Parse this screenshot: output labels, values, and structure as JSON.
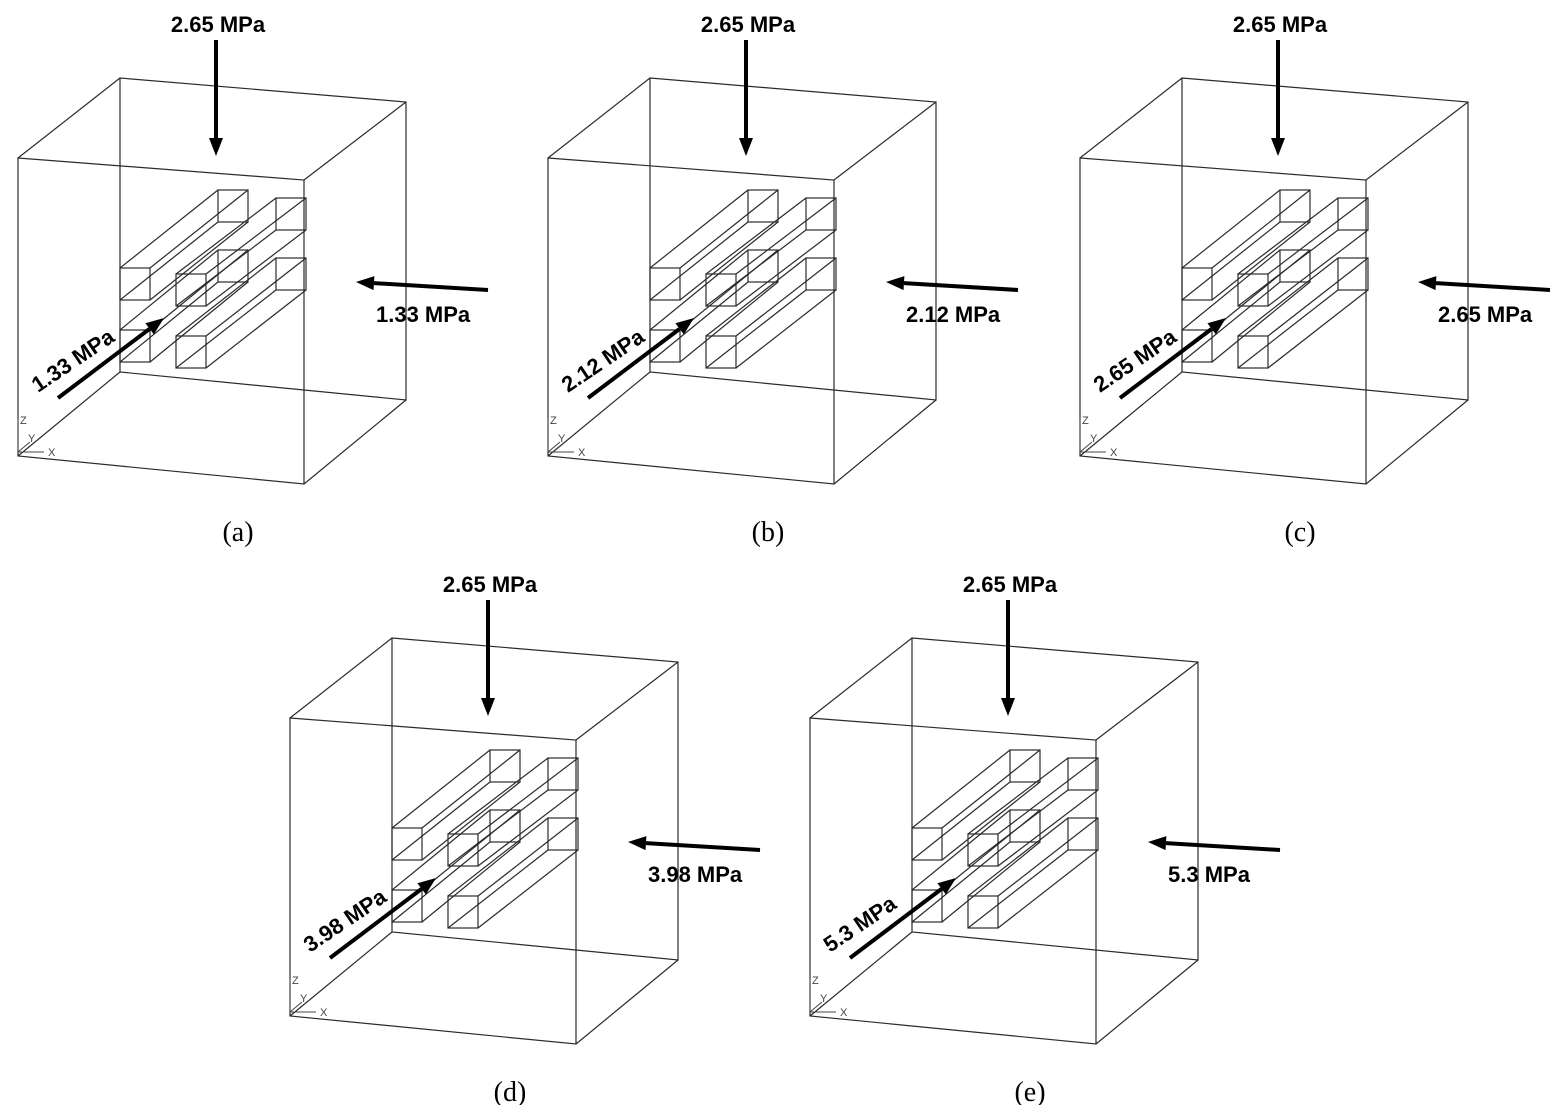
{
  "panels": [
    {
      "caption": "(a)",
      "vertical_load": "2.65 MPa",
      "horizontal_load": "1.33 MPa",
      "axial_load": "1.33 MPa"
    },
    {
      "caption": "(b)",
      "vertical_load": "2.65 MPa",
      "horizontal_load": "2.12 MPa",
      "axial_load": "2.12 MPa"
    },
    {
      "caption": "(c)",
      "vertical_load": "2.65 MPa",
      "horizontal_load": "2.65 MPa",
      "axial_load": "2.65 MPa"
    },
    {
      "caption": "(d)",
      "vertical_load": "2.65 MPa",
      "horizontal_load": "3.98 MPa",
      "axial_load": "3.98 MPa"
    },
    {
      "caption": "(e)",
      "vertical_load": "2.65 MPa",
      "horizontal_load": "5.3 MPa",
      "axial_load": "5.3 MPa"
    }
  ],
  "axis_triad": {
    "z": "Z",
    "y": "Y",
    "x": "X"
  },
  "colors": {
    "lines": "#2b2b2b",
    "arrows": "#000000",
    "background": "#ffffff"
  }
}
